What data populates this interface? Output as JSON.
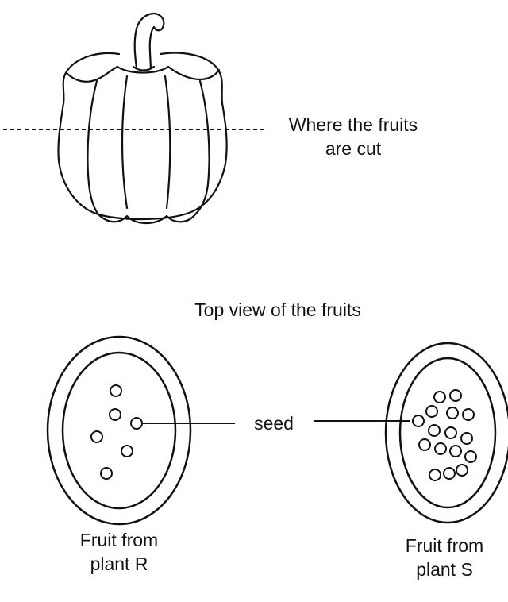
{
  "labels": {
    "cut_line": [
      "Where the fruits",
      "are cut"
    ],
    "top_view_title": "Top view of the fruits",
    "seed": "seed",
    "fruit_r": [
      "Fruit from",
      "plant R"
    ],
    "fruit_s": [
      "Fruit from",
      "plant S"
    ]
  },
  "fruits": [
    {
      "plant": "R",
      "seed_count": 6
    },
    {
      "plant": "S",
      "seed_count": 16
    }
  ],
  "colors": {
    "ink": "#111111",
    "background": "#ffffff"
  }
}
